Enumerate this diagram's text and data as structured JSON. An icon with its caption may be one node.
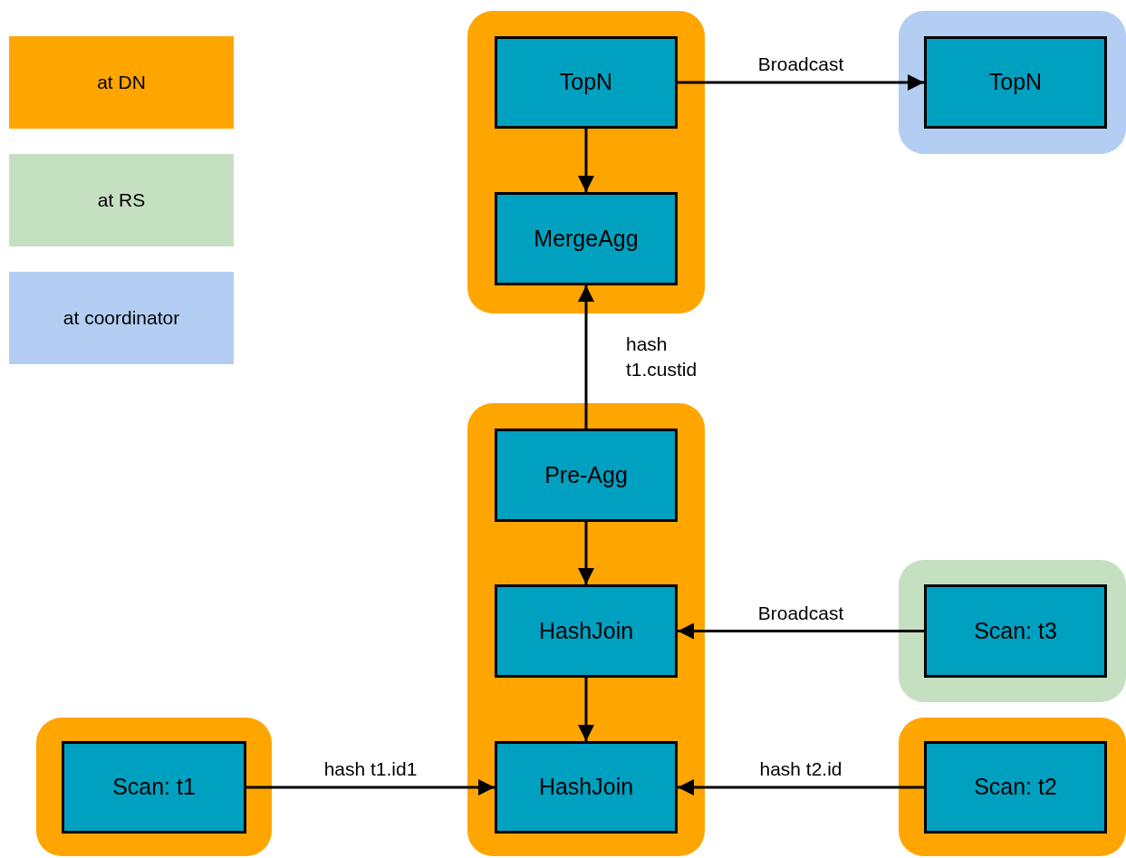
{
  "diagram": {
    "nodes": [
      {
        "text": [],
        "shape": "box"
      },
      {
        "text": [
          "TopN"
        ],
        "in": 0
      },
      {
        "text": [
          "MergeAgg"
        ],
        "in": 0
      },
      {
        "text": [],
        "shape": "box"
      },
      {
        "text": [
          "TopN"
        ],
        "in": 3
      },
      {
        "text": [],
        "shape": "box"
      },
      {
        "text": [
          "Pre-Agg"
        ],
        "in": 5
      },
      {
        "text": [
          "HashJoin"
        ],
        "in": 5
      },
      {
        "text": [
          "HashJoin"
        ],
        "in": 5
      },
      {
        "text": [],
        "shape": "box"
      },
      {
        "text": [
          "Scan: t3"
        ],
        "in": 9
      },
      {
        "text": [],
        "shape": "box"
      },
      {
        "text": [
          "Scan: t1"
        ],
        "in": 11
      },
      {
        "text": [],
        "shape": "box"
      },
      {
        "text": [
          "Scan: t2"
        ],
        "in": 13
      }
    ],
    "edges": [
      {
        "from": 1,
        "to": 4,
        "arrow": "to",
        "label": "Broadcast"
      },
      {
        "from": 1,
        "to": 2,
        "arrow": "to"
      },
      {
        "from": 6,
        "to": 2,
        "arrow": "to",
        "label": "hash t1.custid"
      },
      {
        "from": 6,
        "to": 7,
        "arrow": "to"
      },
      {
        "from": 7,
        "to": 8,
        "arrow": "to"
      },
      {
        "from": 10,
        "to": 7,
        "arrow": "to",
        "label": "Broadcast"
      },
      {
        "from": 12,
        "to": 8,
        "arrow": "to",
        "label": "hash t1.id1"
      },
      {
        "from": 14,
        "to": 8,
        "arrow": "to",
        "label": "hash t2.id"
      }
    ],
    "legend": [
      {
        "text": "at DN",
        "color": "#ffa500"
      },
      {
        "text": "at RS",
        "color": "#c5e0c0"
      },
      {
        "text": "at coordinator",
        "color": "#b3cef2"
      }
    ]
  }
}
